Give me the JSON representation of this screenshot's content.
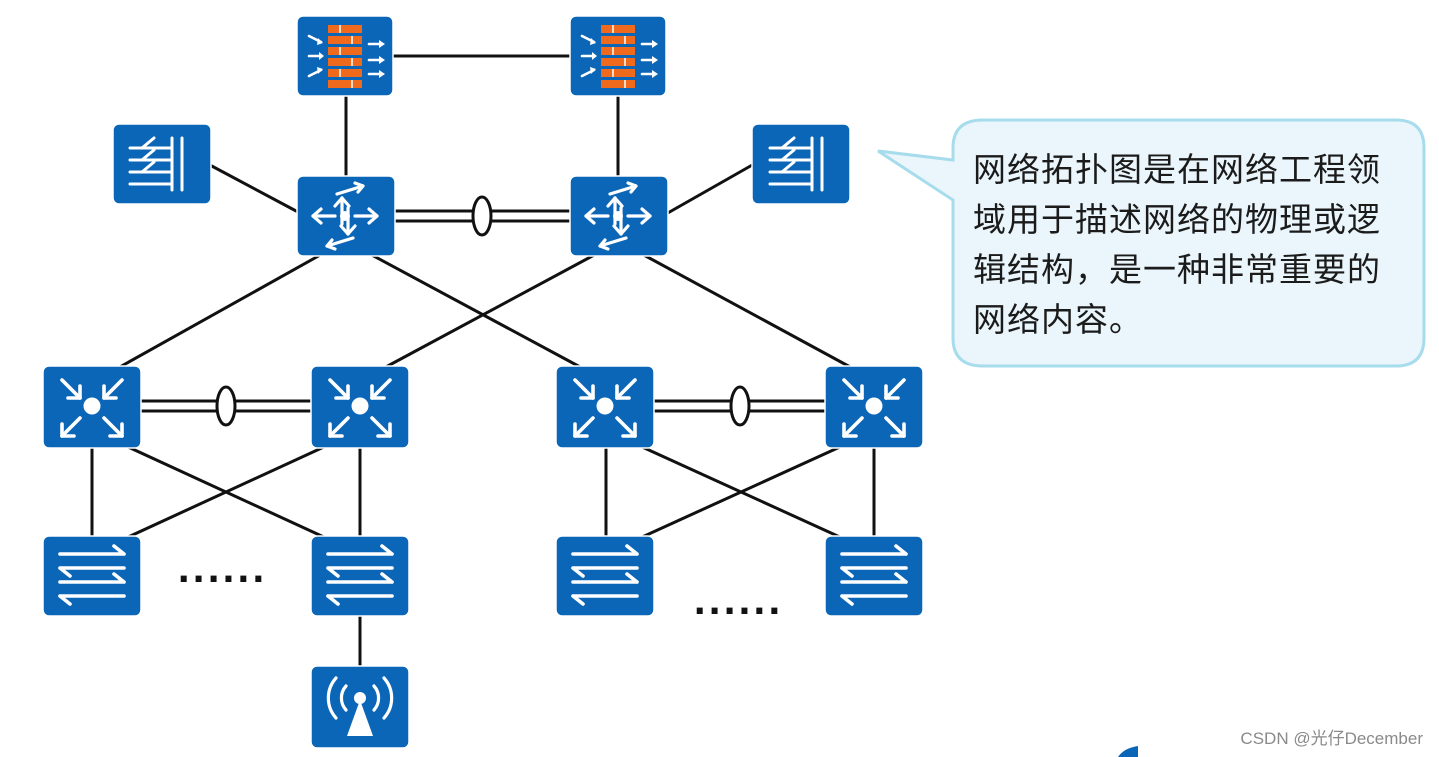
{
  "callout": {
    "text": "网络拓扑图是在网络工程领域用于描述网络的物理或逻辑结构，是一种非常重要的网络内容。"
  },
  "ellipsis_left": "......",
  "ellipsis_right": "......",
  "watermark": "CSDN @光仔December",
  "colors": {
    "device": "#0b66b7",
    "firewall_brick": "#ef6a1d",
    "link": "#111111",
    "bubble_fill": "#eaf6fb",
    "bubble_border": "#a7dcec"
  },
  "devices": [
    {
      "id": "firewall-1",
      "icon": "firewall-icon"
    },
    {
      "id": "firewall-2",
      "icon": "firewall-icon"
    },
    {
      "id": "server-1",
      "icon": "server-icon"
    },
    {
      "id": "server-2",
      "icon": "server-icon"
    },
    {
      "id": "router-1",
      "icon": "router-icon"
    },
    {
      "id": "router-2",
      "icon": "router-icon"
    },
    {
      "id": "core-switch-1",
      "icon": "l3-switch-icon"
    },
    {
      "id": "core-switch-2",
      "icon": "l3-switch-icon"
    },
    {
      "id": "core-switch-3",
      "icon": "l3-switch-icon"
    },
    {
      "id": "core-switch-4",
      "icon": "l3-switch-icon"
    },
    {
      "id": "access-switch-1",
      "icon": "switch-icon"
    },
    {
      "id": "access-switch-2",
      "icon": "switch-icon"
    },
    {
      "id": "access-switch-3",
      "icon": "switch-icon"
    },
    {
      "id": "access-switch-4",
      "icon": "switch-icon"
    },
    {
      "id": "wireless-ap",
      "icon": "wireless-ap-icon"
    }
  ]
}
